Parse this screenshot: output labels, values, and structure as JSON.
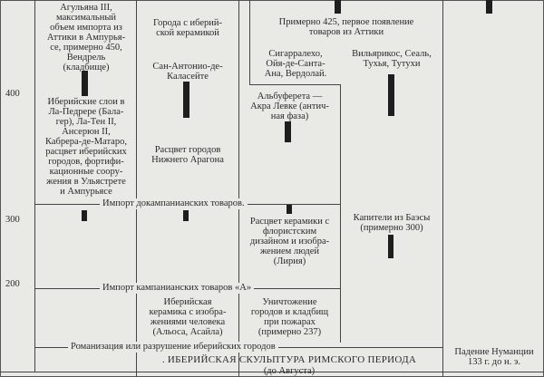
{
  "axis_labels": [
    "400",
    "300",
    "200"
  ],
  "col1": {
    "top": "Агульяна III,\nмаксимальный\nобъем импорта из\nАттики в Ампурья-\nсе, примерно 450,\nВендрель\n(кладбище)",
    "bottom": "Иберийские слои в\nЛа-Педрере (Бала-\nгер), Ла-Тен II,\nАнсерюн II,\nКабрера-де-Матаро,\nрасцвет иберийских\nгородов, фортифи-\nкационные соору-\nжения в Ульястрете\nи Ампурьясе"
  },
  "col2": {
    "top": "Города с иберий-\nской керамикой",
    "mid": "Сан-Антонио-де-\nКаласейте",
    "bottom": "Расцвет городов\nНижнего Арагона",
    "low": "Иберийская\nкерамика с изобра-\nжениями человека\n(Альоса, Асайла)"
  },
  "col3": {
    "header": "Примерно 425, первое появление\nтоваров из Аттики",
    "box": "Сигарралехо,\nОйя-де-Санта-\nАна, Вердолай.",
    "alb": "Альбуферета —\nАкра Левке (антич-\nная фаза)",
    "flor": "Расцвет керамики с\nфлористским\nдизайном и изобра-\nжением людей\n(Лирия)",
    "destr": "Уничтожение\nгородов и кладбищ\nпри пожарах\n(примерно 237)"
  },
  "col4": {
    "top": "Вильярикос, Сеаль,\nТухья, Тутухи",
    "capitals": "Капители из Баэсы\n(примерно 300)"
  },
  "rows": {
    "precampanian": "Импорт докампанианских товаров.",
    "campanian": "Импорт кампанианских товаров «А»",
    "romanization": "Романизация или разрушение иберийских городов",
    "roman_sculpture": ". ИБЕРИЙСКАЯ СКУЛЬПТУРА РИМСКОГО ПЕРИОДА",
    "roman_sub": "(до Августа)"
  },
  "col5": {
    "numantia": "Падение Нуманции\n133 г. до н. э."
  }
}
